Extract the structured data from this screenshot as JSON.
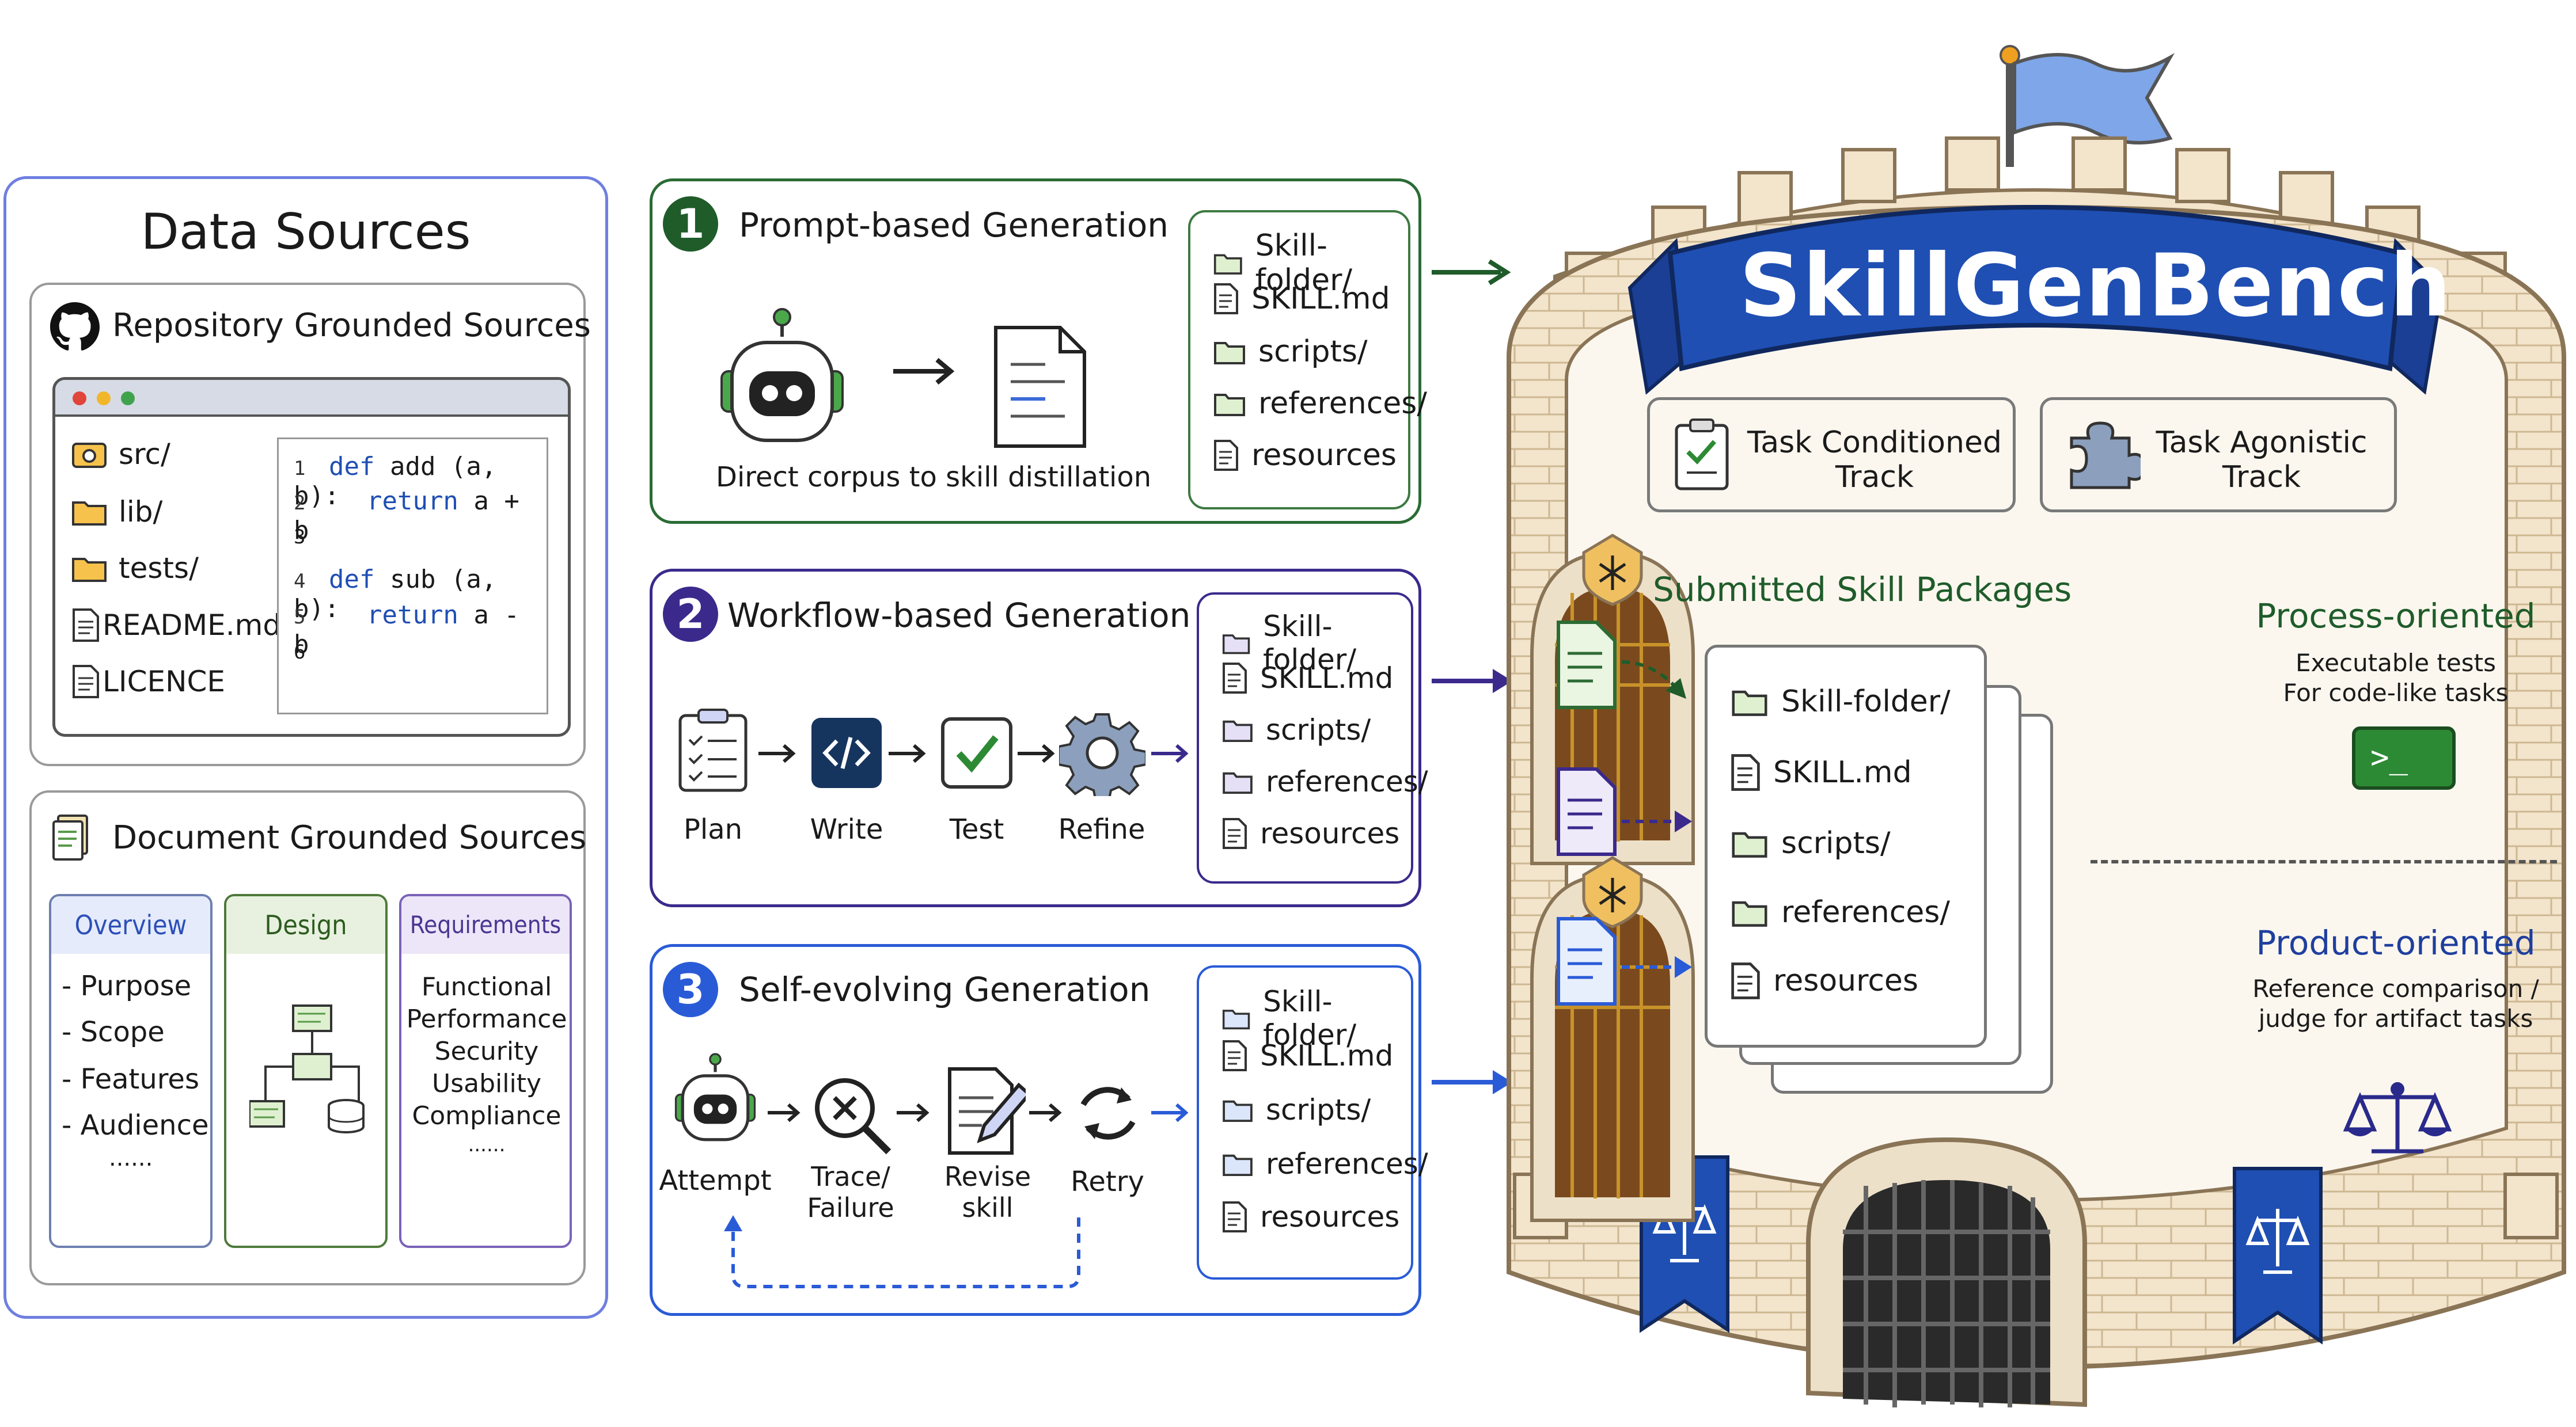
{
  "data_sources": {
    "title": "Data Sources",
    "repo": {
      "title": "Repository Grounded Sources",
      "files": [
        "src/",
        "lib/",
        "tests/",
        "README.md",
        "LICENCE"
      ],
      "code": [
        {
          "n": "1",
          "kw": "def",
          "rest": " add (a, b):"
        },
        {
          "n": "2",
          "kw": "return",
          "rest": " a + b"
        },
        {
          "n": "3",
          "kw": "",
          "rest": ""
        },
        {
          "n": "4",
          "kw": "def",
          "rest": " sub (a, b):"
        },
        {
          "n": "5",
          "kw": "return",
          "rest": " a - b"
        },
        {
          "n": "6",
          "kw": "",
          "rest": ""
        }
      ]
    },
    "doc": {
      "title": "Document Grounded Sources",
      "overview": {
        "label": "Overview",
        "items": [
          "- Purpose",
          "- Scope",
          "- Features",
          "- Audience"
        ],
        "more": "......"
      },
      "design": {
        "label": "Design"
      },
      "requirements": {
        "label": "Requirements",
        "items": [
          "Functional",
          "Performance",
          "Security",
          "Usability",
          "Compliance"
        ],
        "more": "......"
      }
    }
  },
  "methods": [
    {
      "num": "1",
      "title": "Prompt-based Generation",
      "caption": "Direct corpus to skill distillation",
      "files": [
        "Skill-folder/",
        "SKILL.md",
        "scripts/",
        "references/",
        "resources"
      ]
    },
    {
      "num": "2",
      "title": "Workflow-based Generation",
      "steps": [
        "Plan",
        "Write",
        "Test",
        "Refine"
      ],
      "files": [
        "Skill-folder/",
        "SKILL.md",
        "scripts/",
        "references/",
        "resources"
      ]
    },
    {
      "num": "3",
      "title": "Self-evolving Generation",
      "steps": [
        "Attempt",
        "Trace/\nFailure",
        "Revise\nskill",
        "Retry"
      ],
      "files": [
        "Skill-folder/",
        "SKILL.md",
        "scripts/",
        "references/",
        "resources"
      ]
    }
  ],
  "benchmark": {
    "name": "SkillGenBench",
    "tracks": [
      "Task Conditioned\nTrack",
      "Task Agonistic\nTrack"
    ],
    "submitted_title": "Submitted Skill Packages",
    "package_files": [
      "Skill-folder/",
      "SKILL.md",
      "scripts/",
      "references/",
      "resources"
    ],
    "process": {
      "title": "Process-oriented",
      "desc": "Executable tests\nFor code-like tasks"
    },
    "product": {
      "title": "Product-oriented",
      "desc": "Reference comparison /\njudge for artifact tasks"
    }
  },
  "colors": {
    "green": "#1f5c2a",
    "purple": "#3b2a8c",
    "blue": "#2a5bd7",
    "banner": "#1f4fb3",
    "stone": "#f3e4cc",
    "stone_edge": "#8a7456"
  }
}
